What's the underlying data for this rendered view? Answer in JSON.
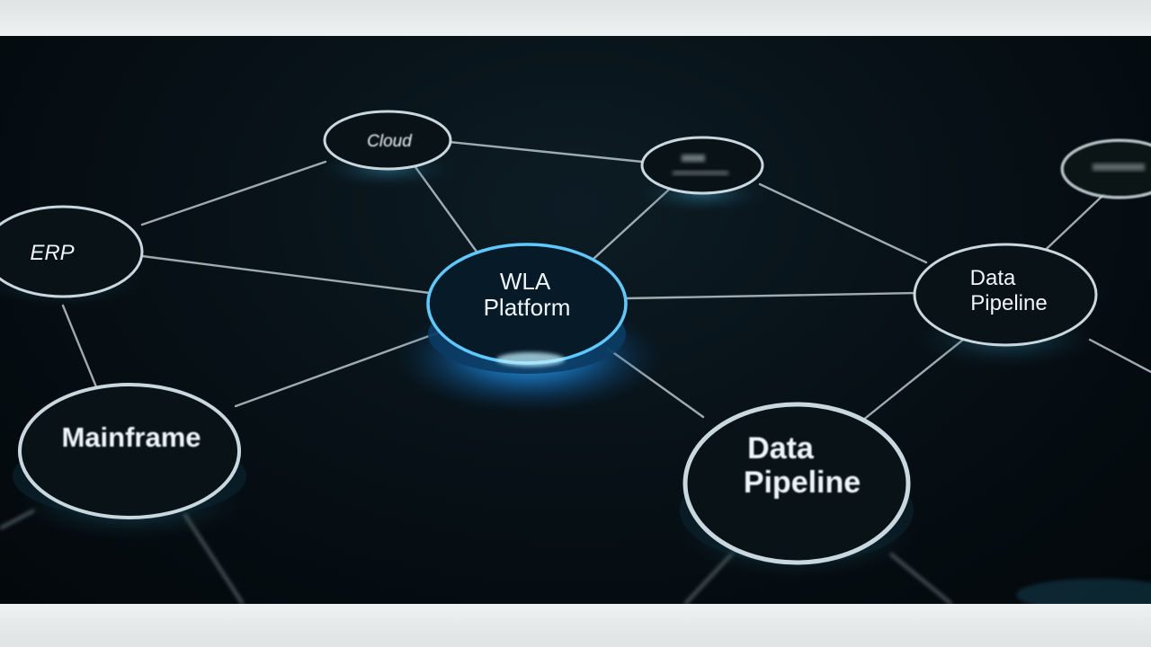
{
  "diagram": {
    "hub": {
      "label_line1": "WLA",
      "label_line2": "Platform"
    },
    "nodes": {
      "cloud": {
        "label": "Cloud"
      },
      "top_right": {
        "label": ""
      },
      "far_right": {
        "label": ""
      },
      "erp": {
        "label": "ERP"
      },
      "mainframe": {
        "label": "Mainframe"
      },
      "data_pipeline_right": {
        "label_line1": "Data",
        "label_line2": "Pipeline"
      },
      "data_pipeline_bottom": {
        "label_line1": "Data",
        "label_line2": "Pipeline"
      }
    },
    "colors": {
      "background": "#050c10",
      "node_fill": "#081217",
      "node_ring": "#c9d8de",
      "hub_ring": "#4fc3f7",
      "hub_glow": "#1e9bff",
      "connector": "#b8c6cc"
    }
  }
}
